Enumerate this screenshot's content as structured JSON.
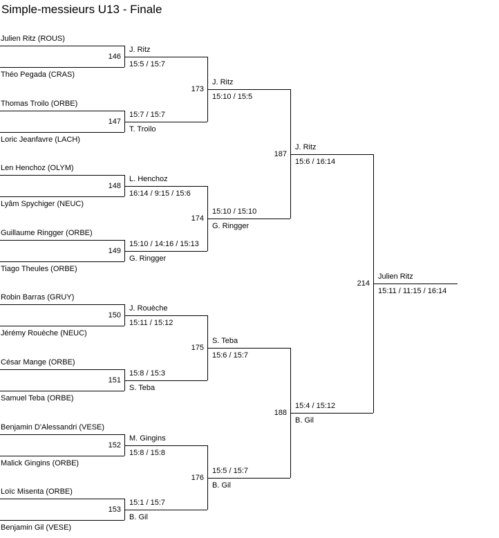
{
  "title": "Simple-messieurs U13 - Finale",
  "players": [
    "Julien Ritz (ROUS)",
    "Théo Pegada (CRAS)",
    "Thomas Troilo (ORBE)",
    "Loric Jeanfavre (LACH)",
    "Len Henchoz (OLYM)",
    "Lyâm Spychiger (NEUC)",
    "Guillaume Ringger (ORBE)",
    "Tiago Theules (ORBE)",
    "Robin Barras (GRUY)",
    "Jérémy Rouèche (NEUC)",
    "César Mange (ORBE)",
    "Samuel Teba (ORBE)",
    "Benjamin D'Alessandri (VESE)",
    "Malick Gingins (ORBE)",
    "Loïc Misenta (ORBE)",
    "Benjamin Gil (VESE)"
  ],
  "rounds": [
    [
      {
        "num": "146",
        "winner": "J. Ritz",
        "score": "15:5 / 15:7"
      },
      {
        "num": "147",
        "winner": "T. Troilo",
        "score": "15:7 / 15:7"
      },
      {
        "num": "148",
        "winner": "L. Henchoz",
        "score": "16:14 / 9:15 / 15:6"
      },
      {
        "num": "149",
        "winner": "G. Ringger",
        "score": "15:10 / 14:16 / 15:13"
      },
      {
        "num": "150",
        "winner": "J. Rouèche",
        "score": "15:11 / 15:12"
      },
      {
        "num": "151",
        "winner": "S. Teba",
        "score": "15:8 / 15:3"
      },
      {
        "num": "152",
        "winner": "M. Gingins",
        "score": "15:8 / 15:8"
      },
      {
        "num": "153",
        "winner": "B. Gil",
        "score": "15:1 / 15:7"
      }
    ],
    [
      {
        "num": "173",
        "winner": "J. Ritz",
        "score": "15:10 / 15:5"
      },
      {
        "num": "174",
        "winner": "G. Ringger",
        "score": "15:10 / 15:10"
      },
      {
        "num": "175",
        "winner": "S. Teba",
        "score": "15:6 / 15:7"
      },
      {
        "num": "176",
        "winner": "B. Gil",
        "score": "15:5 / 15:7"
      }
    ],
    [
      {
        "num": "187",
        "winner": "J. Ritz",
        "score": "15:6 / 16:14"
      },
      {
        "num": "188",
        "winner": "B. Gil",
        "score": "15:4 / 15:12"
      }
    ],
    [
      {
        "num": "214",
        "winner": "Julien Ritz",
        "score": "15:11 / 11:15 / 16:14"
      }
    ]
  ]
}
